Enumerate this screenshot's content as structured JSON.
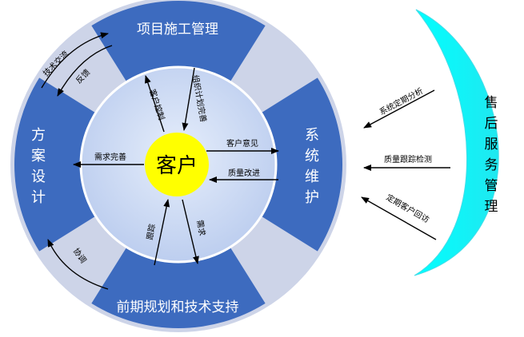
{
  "center": {
    "label": "客户"
  },
  "segments": {
    "top": "项目施工管理",
    "right": [
      "系",
      "统",
      "维",
      "护"
    ],
    "bottom": "前期规划和技术支持",
    "left": [
      "方",
      "案",
      "设",
      "计"
    ]
  },
  "after_sales": {
    "chars": [
      "售",
      "后",
      "服",
      "务",
      "管",
      "理"
    ]
  },
  "arrow_labels": {
    "tech_exchange": "技术交流",
    "feedback": "反馈",
    "customer_control": "客户控制",
    "org_plan": "组织计划完善",
    "customer_opinion": "客户意见",
    "quality_improve": "质量改进",
    "demand_complete": "需求完善",
    "track": "跟踪",
    "demand": "需求",
    "coordinate": "协调",
    "system_analysis": "系统定期分析",
    "quality_track": "质量跟踪检测",
    "regular_visit": "定期客户回访"
  },
  "colors": {
    "segment_blue": "#3d6bbf",
    "segment_shadow": "#8a9ac4",
    "inner_circle": "#c9d7f2",
    "center_yellow": "#ffff00",
    "arc_cyan": "#00ffff"
  }
}
